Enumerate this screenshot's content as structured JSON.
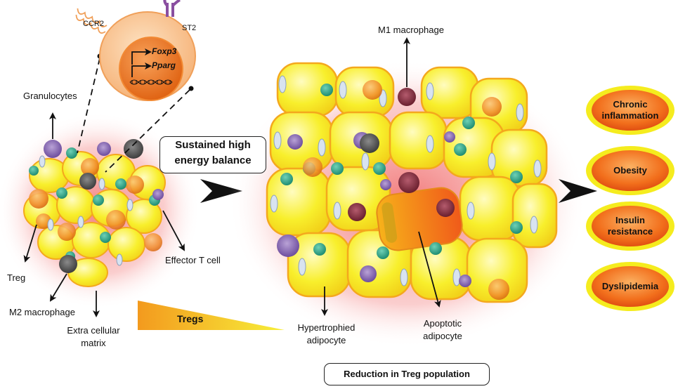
{
  "cell": {
    "receptor_ccr2": "CCR2",
    "receptor_st2": "ST2",
    "gene_1": "Foxp3",
    "gene_2": "Pparg"
  },
  "lean_tissue_labels": {
    "granulocytes": "Granulocytes",
    "treg": "Treg",
    "m2_macrophage": "M2 macrophage",
    "extracellular_matrix": "Extra cellular\nmatrix",
    "effector_t_cell": "Effector T cell"
  },
  "transition": {
    "label": "Sustained high\nenergy balance",
    "tregs_gradient_label": "Tregs"
  },
  "obese_tissue_labels": {
    "m1_macrophage": "M1 macrophage",
    "hypertrophied_adipocyte": "Hypertrophied\nadipocyte",
    "apoptotic_adipocyte": "Apoptotic\nadipocyte",
    "reduction_label": "Reduction in Treg population"
  },
  "outcomes": [
    "Chronic\ninflammation",
    "Obesity",
    "Insulin\nresistance",
    "Dyslipidemia"
  ],
  "colors": {
    "adipocyte_fill": "#f7ef2a",
    "adipocyte_edge": "#f4a81d",
    "inflammation_glow": "#f28f8f",
    "treg_orange": "#f28c28",
    "t_cell_green": "#2ba58a",
    "granulocyte_purple": "#7e5aa8",
    "m1_macrophage": "#7a2636",
    "m2_macrophage": "#555555",
    "outcome_fill": "#f57f1f",
    "outcome_ring": "#f5ec1e"
  }
}
